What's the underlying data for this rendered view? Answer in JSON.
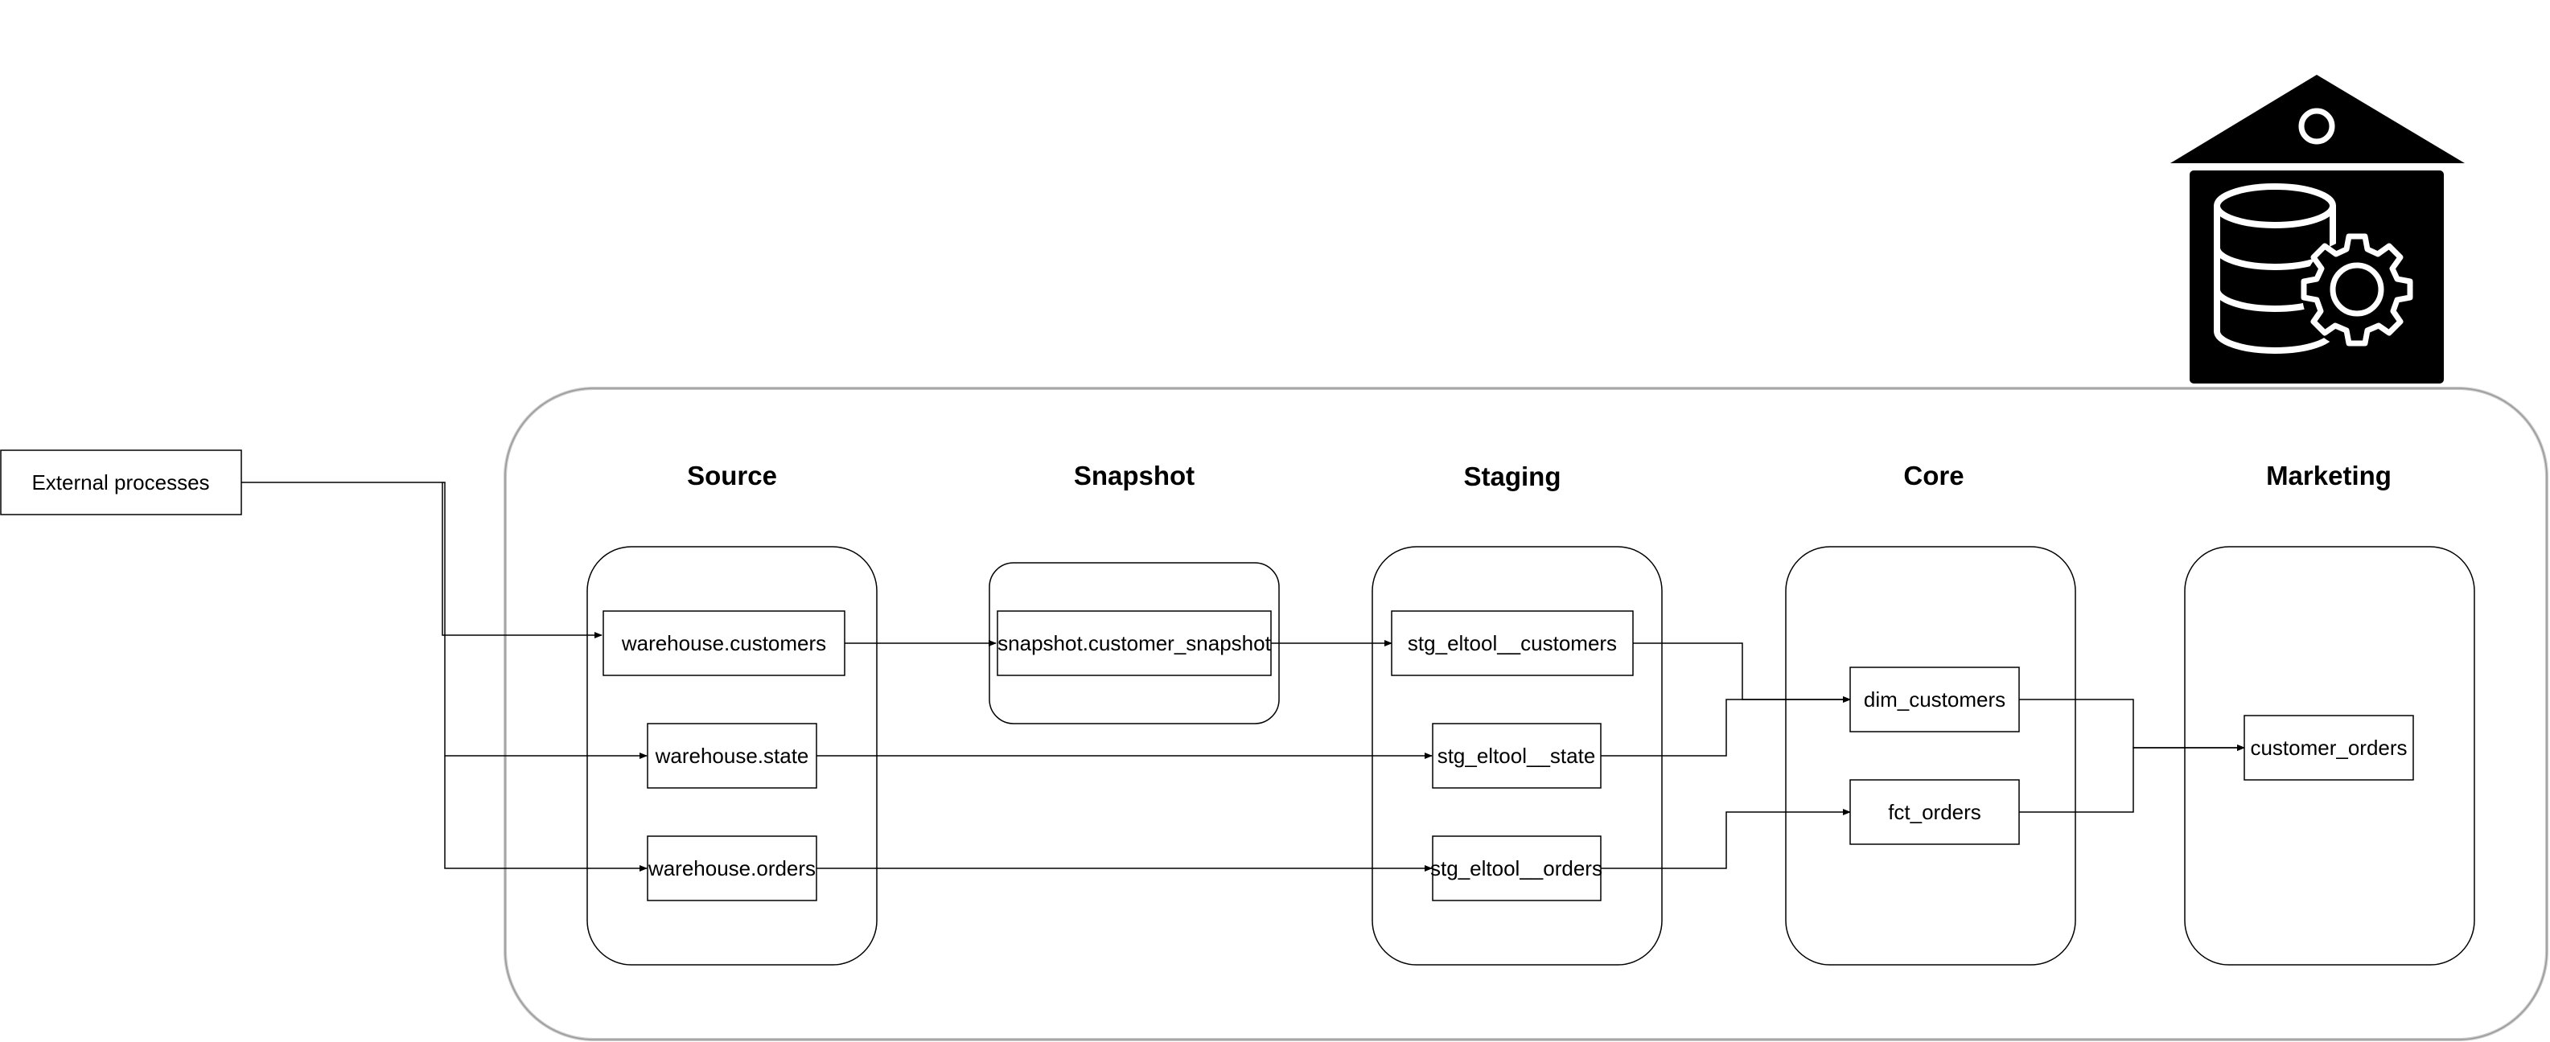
{
  "external": {
    "label": "External processes"
  },
  "columns": {
    "source": "Source",
    "snapshot": "Snapshot",
    "staging": "Staging",
    "core": "Core",
    "marketing": "Marketing"
  },
  "nodes": {
    "warehouse_customers": "warehouse.customers",
    "warehouse_state": "warehouse.state",
    "warehouse_orders": "warehouse.orders",
    "snapshot_customer": "snapshot.customer_snapshot",
    "stg_customers": "stg_eltool__customers",
    "stg_state": "stg_eltool__state",
    "stg_orders": "stg_eltool__orders",
    "dim_customers": "dim_customers",
    "fct_orders": "fct_orders",
    "customer_orders": "customer_orders"
  },
  "icons": {
    "warehouse": "data-warehouse-icon"
  }
}
